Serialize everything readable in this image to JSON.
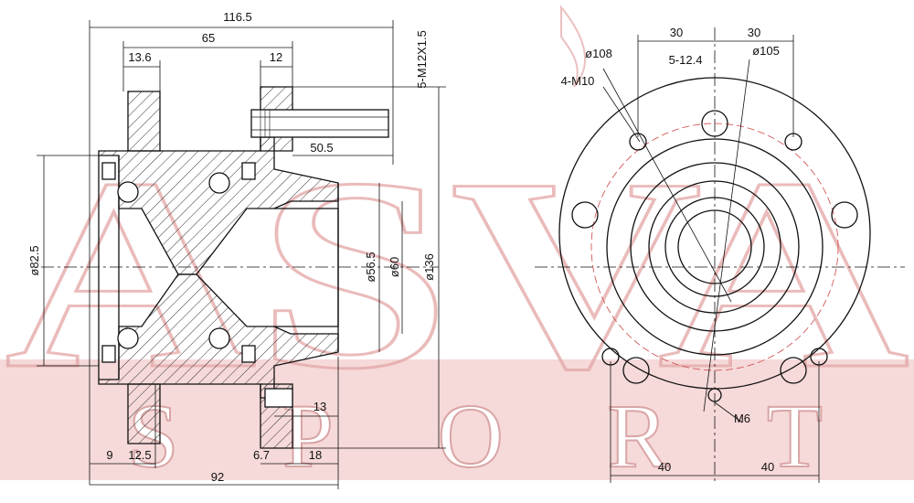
{
  "watermark": {
    "brand": "ASVA",
    "sub": "SPORT",
    "color": "#e8b7b7",
    "band_color": "#f6d9d9"
  },
  "side_view": {
    "dims": {
      "overall_length": "116.5",
      "flange_to_stud": "65",
      "bearing_offset": "13.6",
      "flange_thickness": "12",
      "stud_thread": "5-M12X1.5",
      "stud_length": "50.5",
      "outer_diameter": "ø82.5",
      "pilot_diameter": "ø56.5",
      "spigot_diameter": "ø60",
      "flange_diameter": "ø136",
      "flange_step": "13",
      "left_offset": "9",
      "seal_offset": "12.5",
      "flange_web": "6.7",
      "spigot_length": "18",
      "hub_length": "92"
    }
  },
  "front_view": {
    "dims": {
      "left_spacing": "30",
      "right_spacing": "30",
      "bolt_circle": "ø108",
      "stud_holes": "5-12.4",
      "pcd": "ø105",
      "mount_holes": "4-M10",
      "sensor_hole": "M6",
      "bottom_left": "40",
      "bottom_right": "40"
    }
  }
}
